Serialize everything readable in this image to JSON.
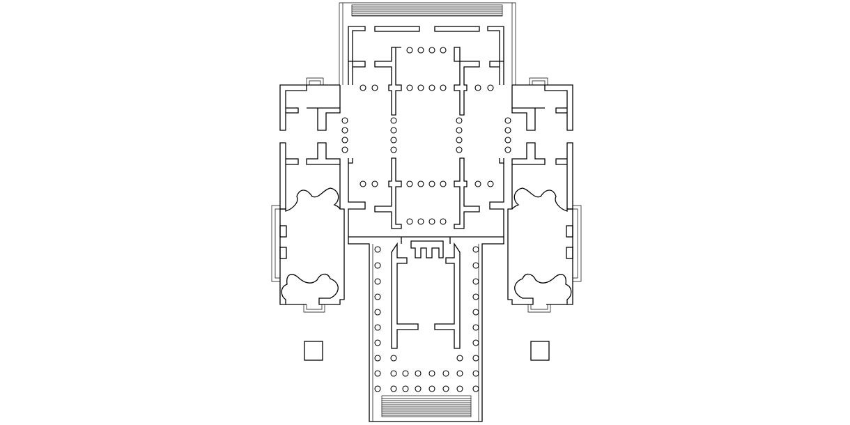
{
  "drawing": {
    "type": "architectural floor plan",
    "stroke_color": "#000000",
    "background_color": "#ffffff",
    "features": [
      "north-stair",
      "south-stair",
      "central-nave-colonnade",
      "south-portico-colonnade",
      "east-apse",
      "west-apse",
      "corner-pavilions",
      "freestanding-piers"
    ]
  }
}
